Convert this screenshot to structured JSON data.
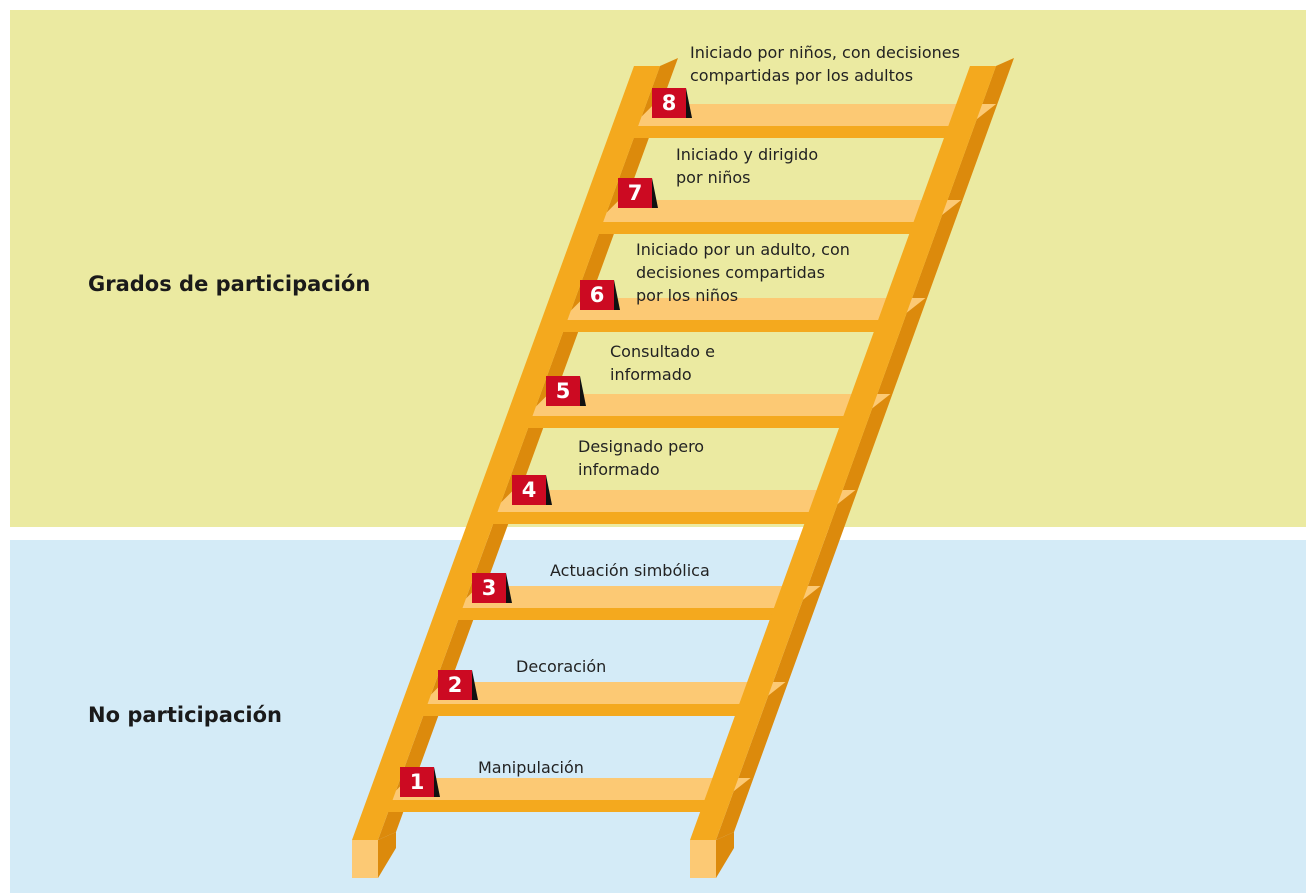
{
  "colors": {
    "participation_band": "#ebeaa1",
    "non_participation_band": "#d4ebf7",
    "ladder_rail_front": "#f4a91e",
    "ladder_rail_side": "#dc8a0c",
    "ladder_rung_top": "#fcc974",
    "ladder_rung_front": "#f4a91e",
    "badge_fill": "#cc0a22"
  },
  "sections": {
    "participation_label": "Grados de participación",
    "non_participation_label": "No participación"
  },
  "rungs": [
    {
      "number": "1",
      "lines": [
        "Manipulación"
      ]
    },
    {
      "number": "2",
      "lines": [
        "Decoración"
      ]
    },
    {
      "number": "3",
      "lines": [
        "Actuación simbólica"
      ]
    },
    {
      "number": "4",
      "lines": [
        "Designado pero",
        "informado"
      ]
    },
    {
      "number": "5",
      "lines": [
        "Consultado e",
        "informado"
      ]
    },
    {
      "number": "6",
      "lines": [
        "Iniciado por un adulto, con",
        "decisiones compartidas",
        "por los niños"
      ]
    },
    {
      "number": "7",
      "lines": [
        "Iniciado y dirigido",
        "por niños"
      ]
    },
    {
      "number": "8",
      "lines": [
        "Iniciado por niños, con decisiones",
        "compartidas por los adultos"
      ]
    }
  ]
}
